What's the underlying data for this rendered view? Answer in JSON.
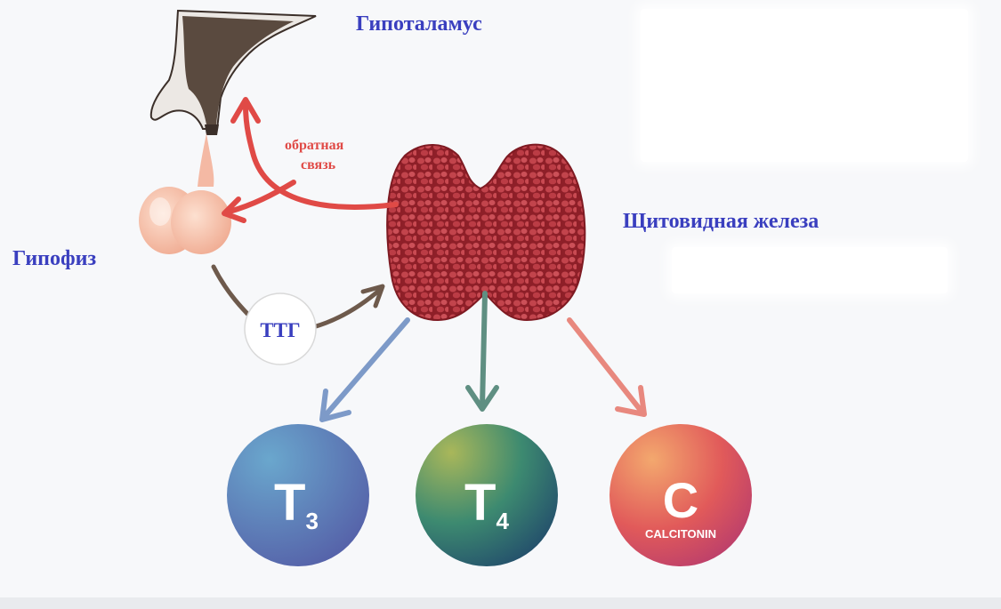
{
  "labels": {
    "hypothalamus": "Гипоталамус",
    "pituitary": "Гипофиз",
    "thyroid": "Щитовидная железа",
    "feedback_line1": "обратная",
    "feedback_line2": "связь",
    "tsh": "ТТГ"
  },
  "hormones": [
    {
      "letter": "T",
      "sub": "3",
      "caption": ""
    },
    {
      "letter": "T",
      "sub": "4",
      "caption": ""
    },
    {
      "letter": "C",
      "sub": "",
      "caption": "CALCITONIN"
    }
  ],
  "colors": {
    "label_blue": "#3a3fbf",
    "feedback_red": "#e04a46",
    "tsh_arrow": "#6e5a4c",
    "arrow_t3": "#7d9ac8",
    "arrow_t4": "#5f8f82",
    "arrow_c": "#e8887e",
    "thyroid": "#b2343c"
  },
  "icons": [
    "hypothalamus-illustration",
    "pituitary-illustration",
    "thyroid-illustration"
  ]
}
